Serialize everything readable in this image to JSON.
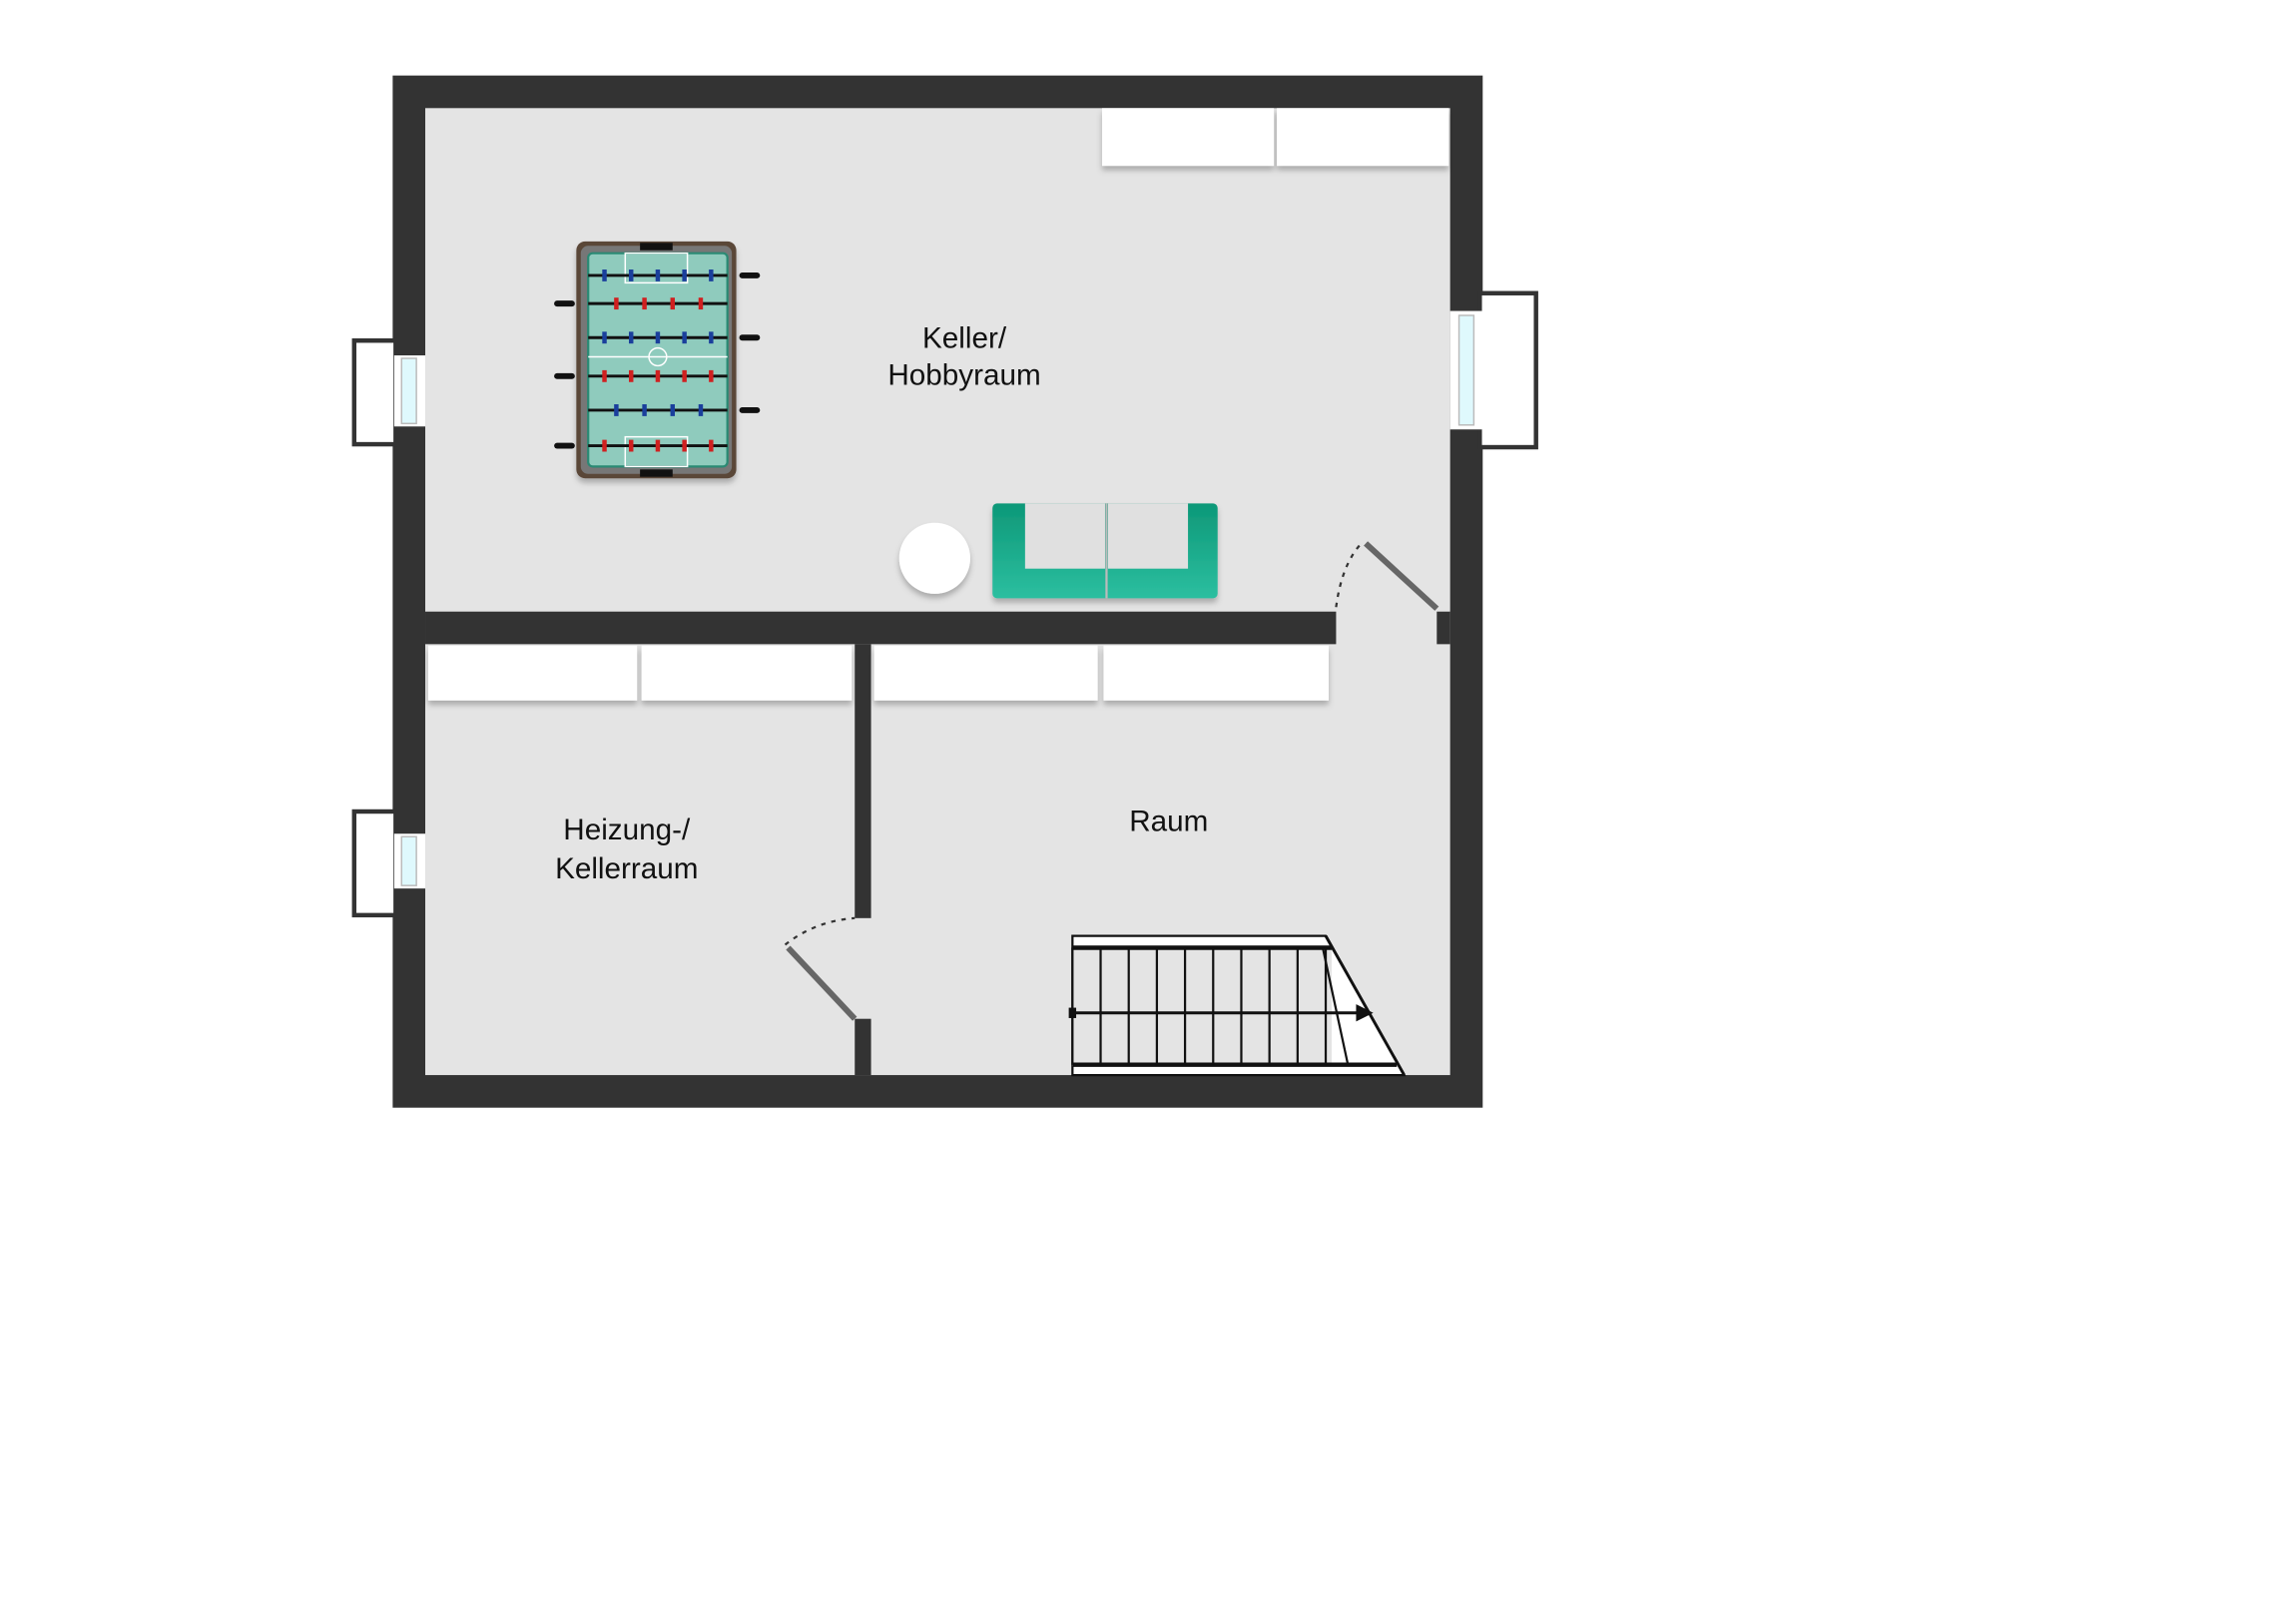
{
  "floorplan": {
    "rooms": [
      {
        "id": "hobby",
        "label_lines": [
          "Keller/",
          "Hobbyraum"
        ]
      },
      {
        "id": "heizung",
        "label_lines": [
          "Heizung-/",
          "Kellerraum"
        ]
      },
      {
        "id": "raum",
        "label_lines": [
          "Raum"
        ]
      }
    ],
    "colors": {
      "wall": "#333333",
      "floor": "#e4e4e4",
      "cabinet": "#ffffff",
      "sofa": "#16a085",
      "foosball_field": "#8fcbbd",
      "glass": "#dff9fd"
    },
    "icons": [
      "foosball-table-icon",
      "sofa-icon",
      "round-table-icon",
      "door-icon",
      "window-icon",
      "stairs-icon",
      "cabinet-icon"
    ]
  }
}
